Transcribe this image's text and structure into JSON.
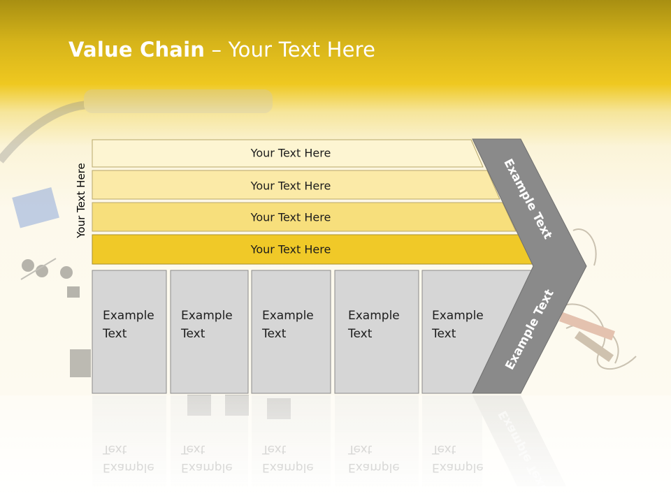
{
  "title": {
    "bold": "Value Chain",
    "rest": " – Your Text Here"
  },
  "side_label": "Your Text Here",
  "bars": [
    {
      "label": "Your Text Here",
      "fill": "#fdf5d2"
    },
    {
      "label": "Your Text Here",
      "fill": "#fbeaa7"
    },
    {
      "label": "Your Text Here",
      "fill": "#f7df7c"
    },
    {
      "label": "Your Text Here",
      "fill": "#f0c928"
    }
  ],
  "cards": [
    {
      "line1": "Example",
      "line2": "Text"
    },
    {
      "line1": "Example",
      "line2": "Text"
    },
    {
      "line1": "Example",
      "line2": "Text"
    },
    {
      "line1": "Example",
      "line2": "Text"
    },
    {
      "line1": "Example",
      "line2": "Text"
    }
  ],
  "chevron": {
    "upper": "Example Text",
    "lower": "Example Text"
  },
  "colors": {
    "header": "#e9c21e",
    "chevron": "#8a8a8a",
    "card": "#d6d6d6"
  }
}
